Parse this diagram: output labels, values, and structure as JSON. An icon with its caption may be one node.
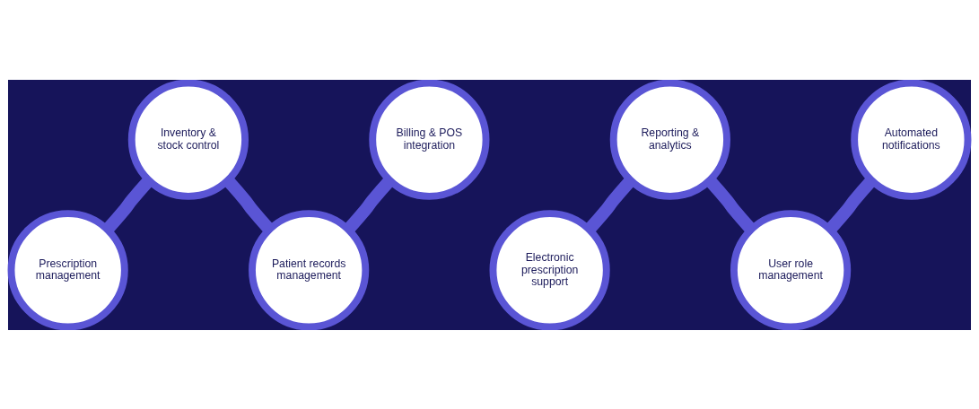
{
  "diagram": {
    "nodes": [
      {
        "text": [
          "Prescription management"
        ]
      },
      {
        "text": [
          "Inventory & stock control"
        ]
      },
      {
        "text": [
          "Patient records management"
        ]
      },
      {
        "text": [
          "Billing & POS integration"
        ]
      },
      {
        "text": [
          "Electronic prescription support"
        ]
      },
      {
        "text": [
          "Reporting & analytics"
        ]
      },
      {
        "text": [
          "User role management"
        ]
      },
      {
        "text": [
          "Automated notifications"
        ]
      }
    ],
    "edges": [
      {
        "from": 0,
        "to": 1,
        "arrow": "none"
      },
      {
        "from": 1,
        "to": 2,
        "arrow": "none"
      },
      {
        "from": 2,
        "to": 3,
        "arrow": "none"
      },
      {
        "from": 4,
        "to": 5,
        "arrow": "none"
      },
      {
        "from": 5,
        "to": 6,
        "arrow": "none"
      },
      {
        "from": 6,
        "to": 7,
        "arrow": "none"
      }
    ]
  }
}
